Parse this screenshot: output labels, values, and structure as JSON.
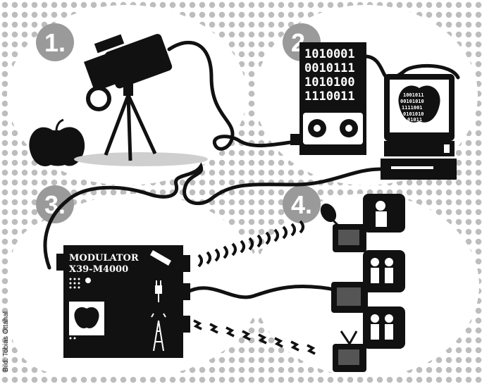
{
  "steps": [
    {
      "number": "1."
    },
    {
      "number": "2."
    },
    {
      "number": "3."
    },
    {
      "number": "4."
    }
  ],
  "binary": {
    "rows": [
      "1010001",
      "0010111",
      "1010100",
      "1110011"
    ]
  },
  "monitor_binary": [
    "1001011",
    "00101010",
    "1111001",
    "0101010",
    "01011"
  ],
  "modulator": {
    "line1": "MODULATOR",
    "line2": "X39-M4000"
  },
  "credit": "Bild: Tobias Ottahal",
  "colors": {
    "background": "#ffffff",
    "dots": "#bdbdbd",
    "ink": "#111111",
    "step_number": "#9a9a9a"
  }
}
